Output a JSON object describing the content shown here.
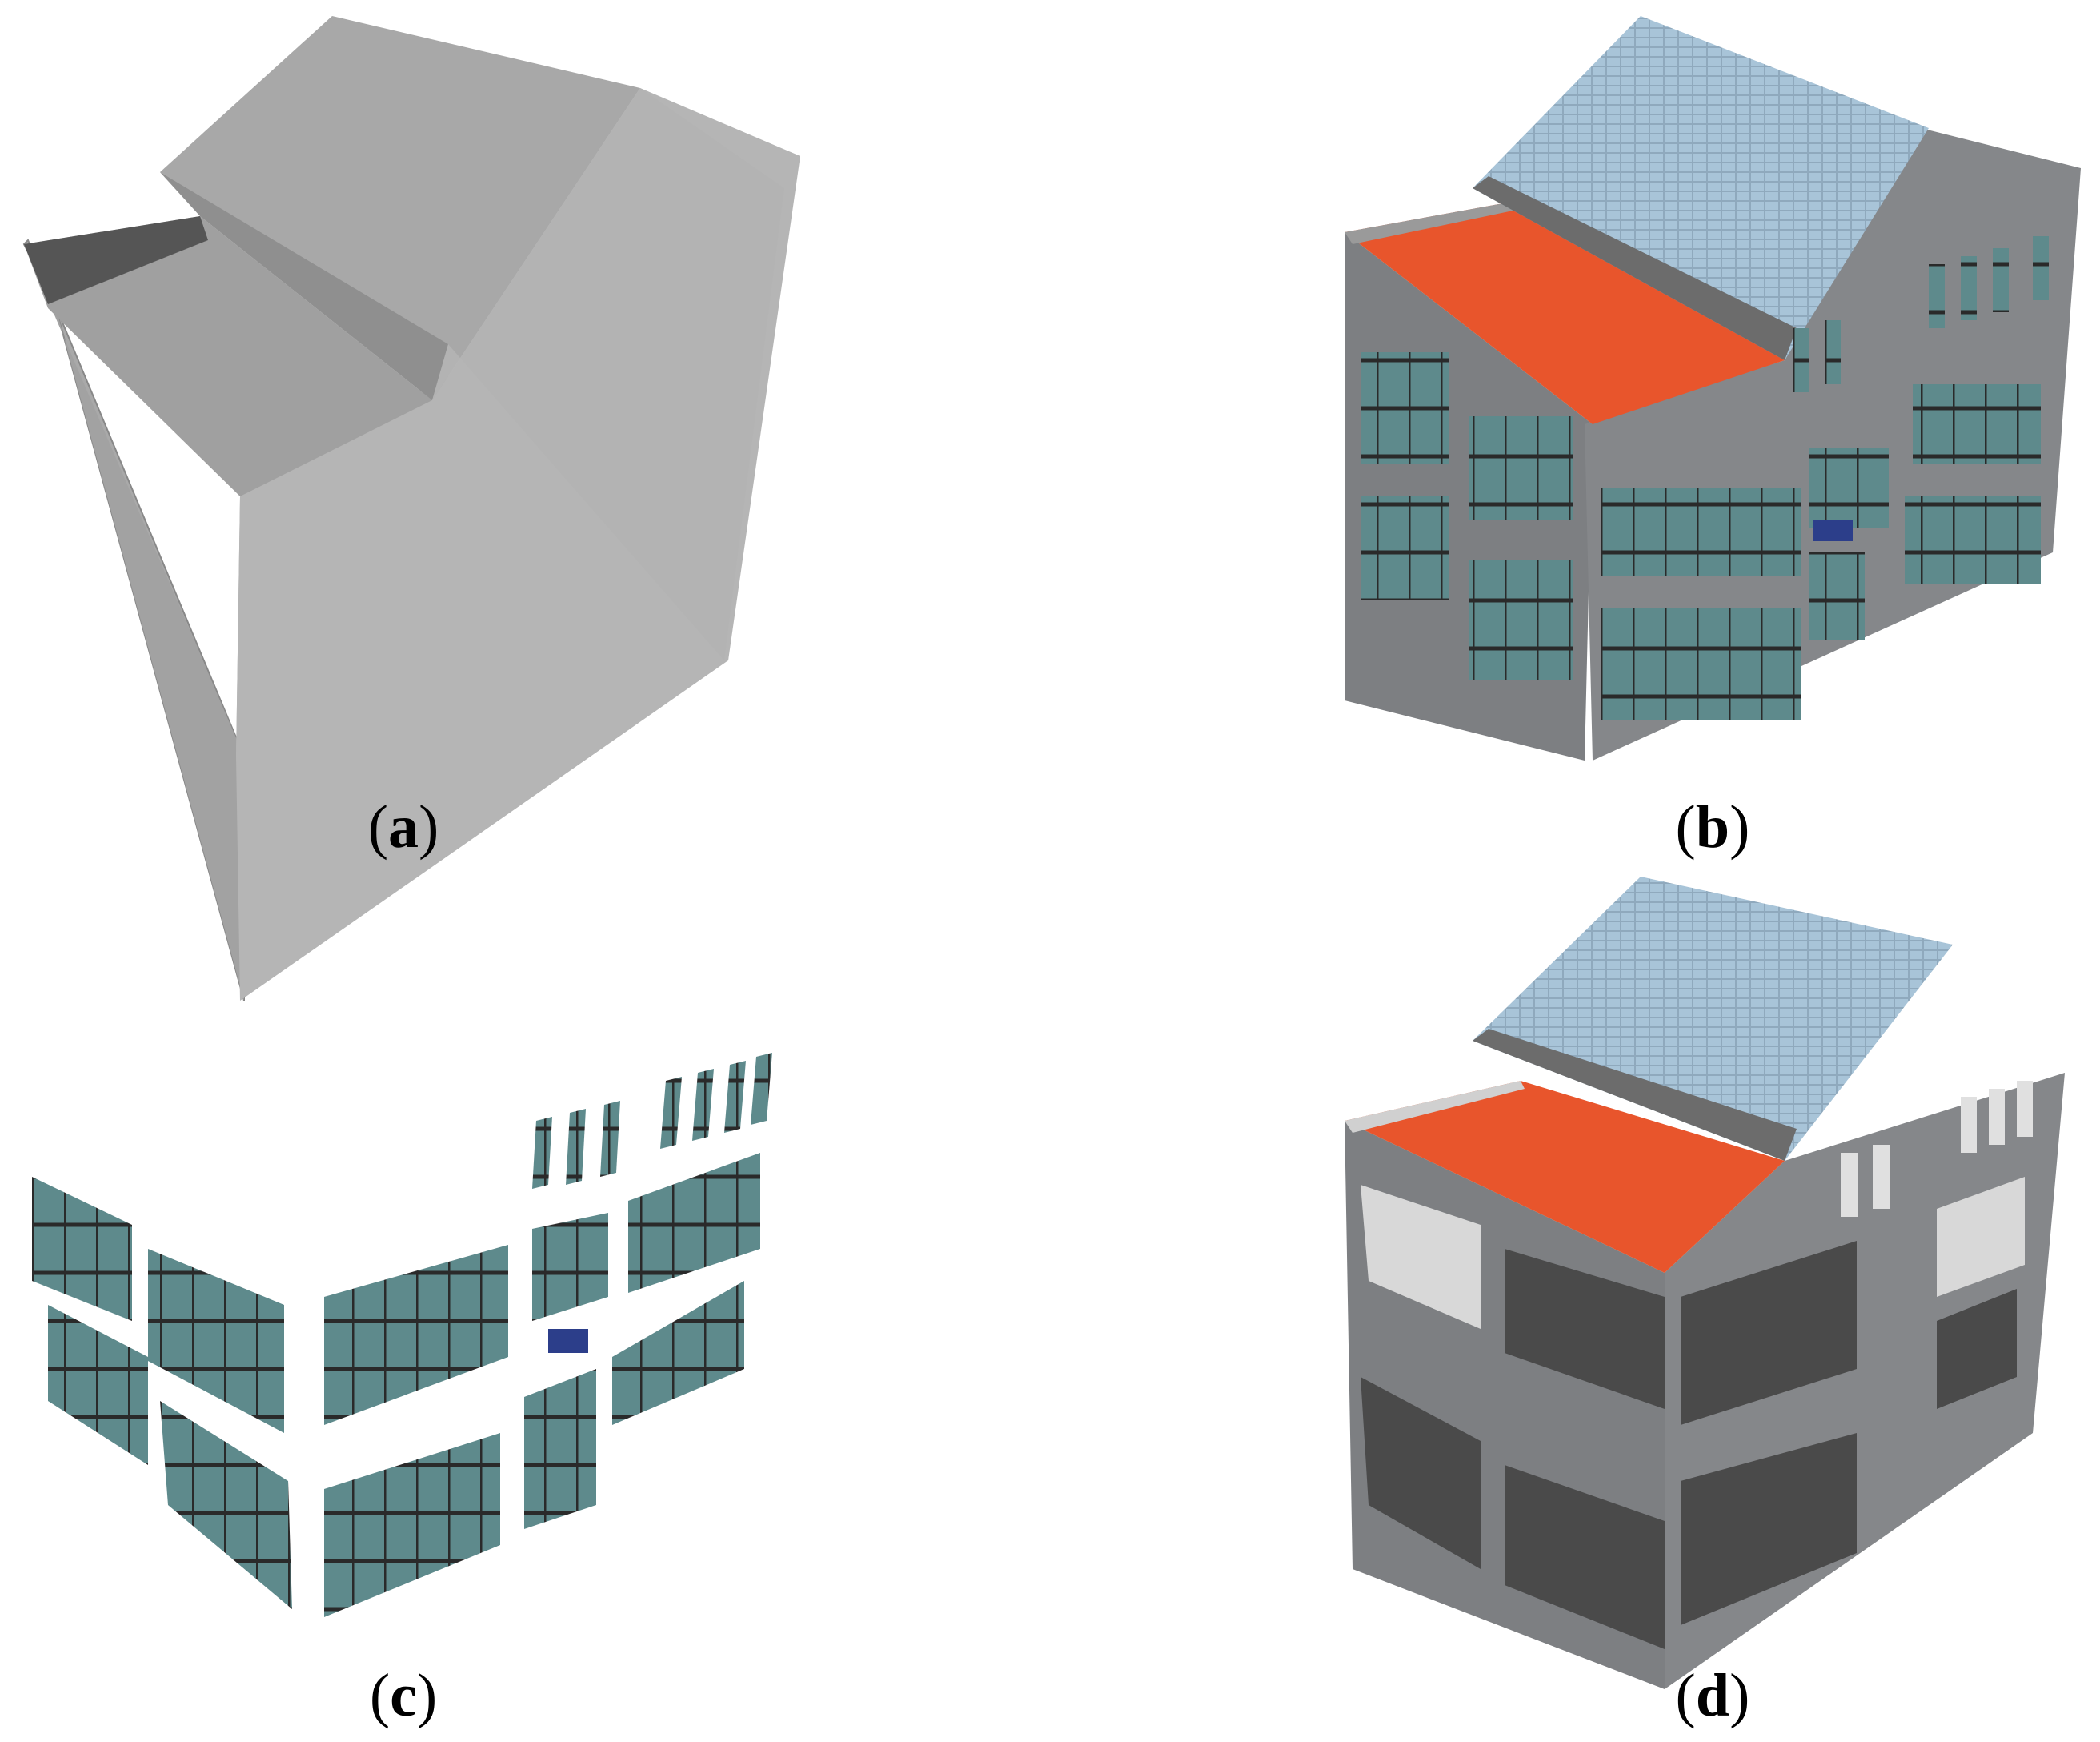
{
  "panels": [
    {
      "id": "a",
      "caption_open": "(",
      "caption_letter": "a",
      "caption_close": ")"
    },
    {
      "id": "b",
      "caption_open": "(",
      "caption_letter": "b",
      "caption_close": ")"
    },
    {
      "id": "c",
      "caption_open": "(",
      "caption_letter": "c",
      "caption_close": ")"
    },
    {
      "id": "d",
      "caption_open": "(",
      "caption_letter": "d",
      "caption_close": ")"
    }
  ],
  "colors": {
    "model_light": "#b8b8b8",
    "model_mid": "#a9a9a9",
    "model_dark": "#8f8f8f",
    "model_edge": "#444444",
    "wall": "#7d7f82",
    "roof_tiles": "#a8c4d8",
    "flat_roof": "#e8552c",
    "window_glass": "#5e8a8c",
    "window_frame": "#2a2a2a",
    "void_dark": "#4a4a4a",
    "void_light": "#d8d8d8"
  }
}
